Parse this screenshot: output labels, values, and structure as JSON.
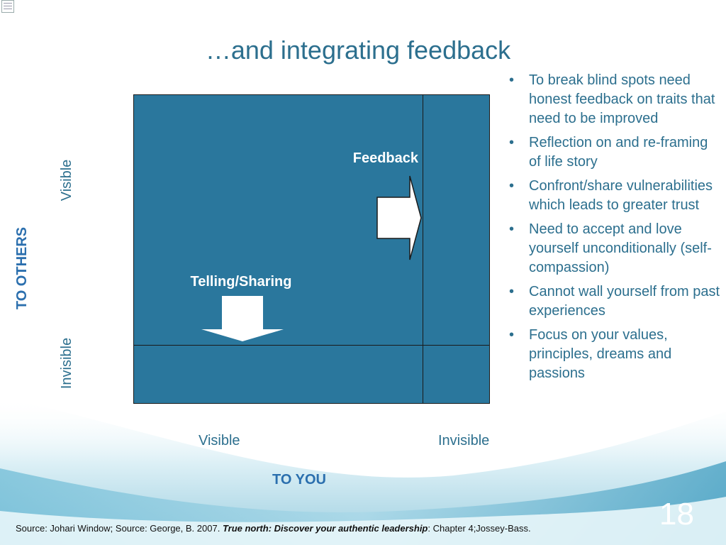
{
  "slide": {
    "title": "…and integrating feedback",
    "page_number": "18"
  },
  "johari": {
    "feedback_label": "Feedback",
    "telling_label": "Telling/Sharing",
    "to_others_label": "TO OTHERS",
    "to_you_label": "TO YOU",
    "row_labels": [
      "Visible",
      "Invisible"
    ],
    "column_labels": [
      "Visible",
      "Invisible"
    ]
  },
  "bullets": [
    "To break blind spots need honest feedback on traits that need to be improved",
    "Reflection on and re-framing of life story",
    "Confront/share vulnerabilities which leads to greater trust",
    "Need to accept and love yourself unconditionally (self-compassion)",
    "Cannot wall yourself from past experiences",
    "Focus on your values, principles, dreams and passions"
  ],
  "source": {
    "prefix": "Source: Johari Window; Source: George, B. 2007. ",
    "title": "True north: Discover your authentic leadership",
    "suffix": ": Chapter 4;Jossey-Bass."
  },
  "colors": {
    "grid_fill": "#2a779d",
    "text_teal": "#2c6f8e",
    "axis_bold_blue": "#2b6fae"
  },
  "icons": {
    "feedback_arrow": "right-arrow-icon",
    "telling_arrow": "down-arrow-icon"
  }
}
